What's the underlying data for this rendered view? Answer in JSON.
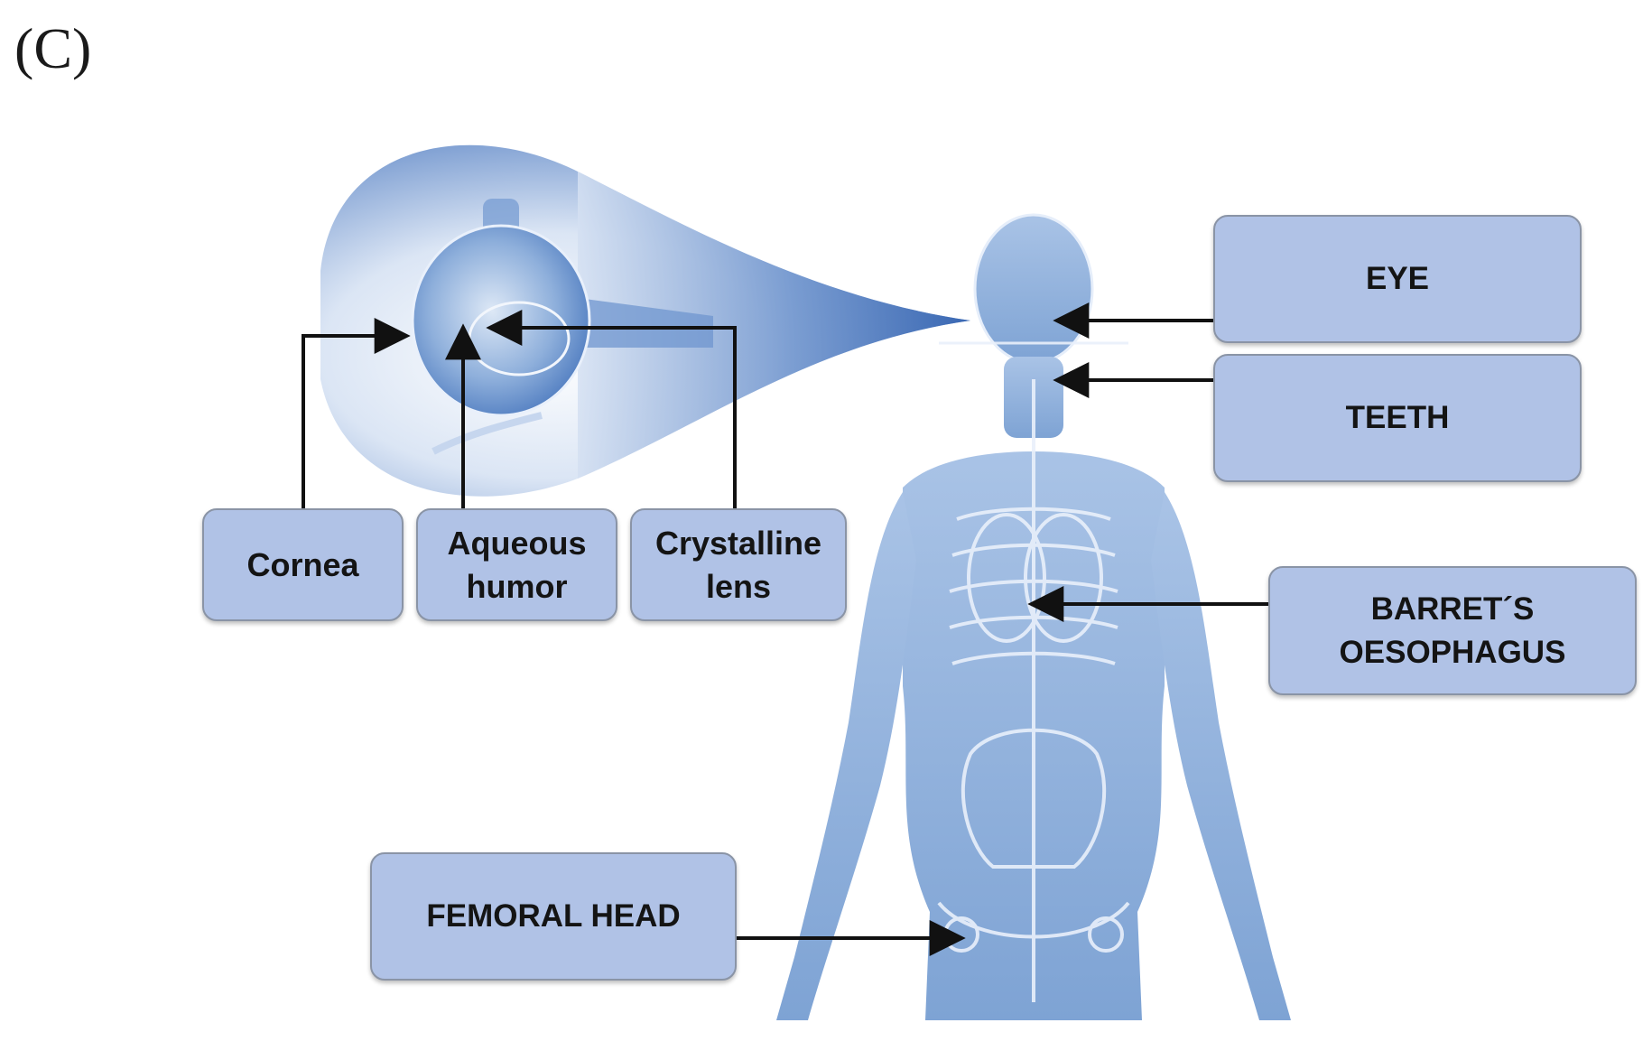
{
  "panel_label": "(C)",
  "eye_detail_labels": [
    {
      "id": "cornea",
      "lines": [
        "Cornea"
      ]
    },
    {
      "id": "aqueous-humor",
      "lines": [
        "Aqueous",
        "humor"
      ]
    },
    {
      "id": "crystalline-lens",
      "lines": [
        "Crystalline",
        "lens"
      ]
    }
  ],
  "body_labels": [
    {
      "id": "eye",
      "lines": [
        "EYE"
      ]
    },
    {
      "id": "teeth",
      "lines": [
        "TEETH"
      ]
    },
    {
      "id": "barretts-oesophagus",
      "lines": [
        "BARRET´S",
        "OESOPHAGUS"
      ]
    },
    {
      "id": "femoral-head",
      "lines": [
        "FEMORAL HEAD"
      ]
    }
  ],
  "colors": {
    "box_fill": "#b0c2e6",
    "box_border": "#8a94a6",
    "arrow": "#111111",
    "body_blue": "#7fa3d3",
    "spotlight_blue": "#3a67b0"
  },
  "illustration_names": [
    "human-body-icon",
    "eyeball-icon"
  ]
}
